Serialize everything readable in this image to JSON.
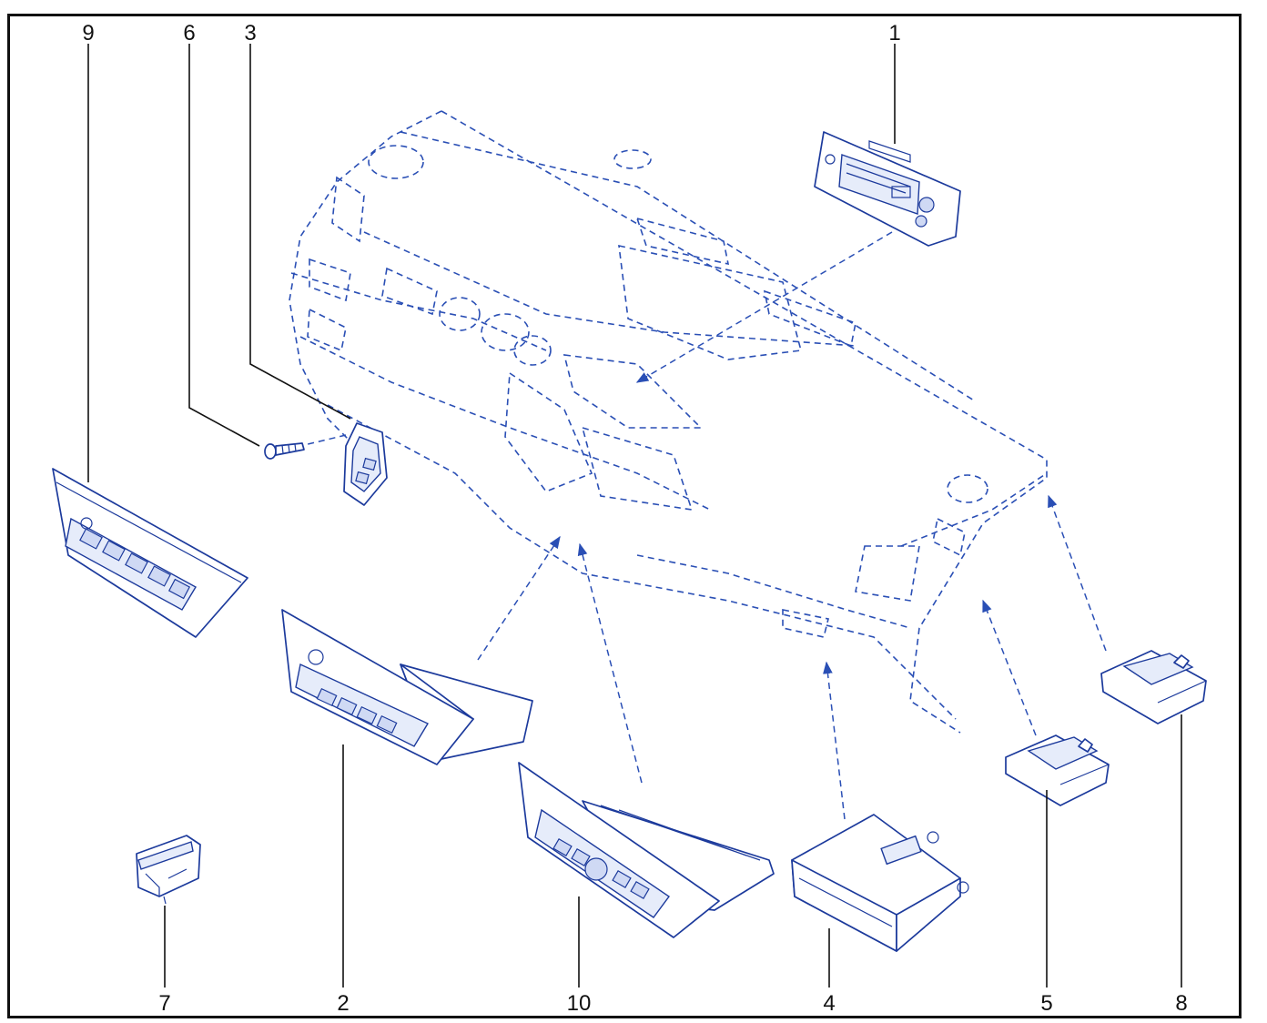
{
  "callouts": [
    {
      "id": "9",
      "label": "9"
    },
    {
      "id": "6",
      "label": "6"
    },
    {
      "id": "3",
      "label": "3"
    },
    {
      "id": "1",
      "label": "1"
    },
    {
      "id": "7",
      "label": "7"
    },
    {
      "id": "2",
      "label": "2"
    },
    {
      "id": "10",
      "label": "10"
    },
    {
      "id": "4",
      "label": "4"
    },
    {
      "id": "5",
      "label": "5"
    },
    {
      "id": "8",
      "label": "8"
    }
  ],
  "colors": {
    "outline": "#111111",
    "part_blue": "#1c3a9c",
    "dashed_blue": "#2a4fb5",
    "part_fill": "#e6ecfa"
  }
}
